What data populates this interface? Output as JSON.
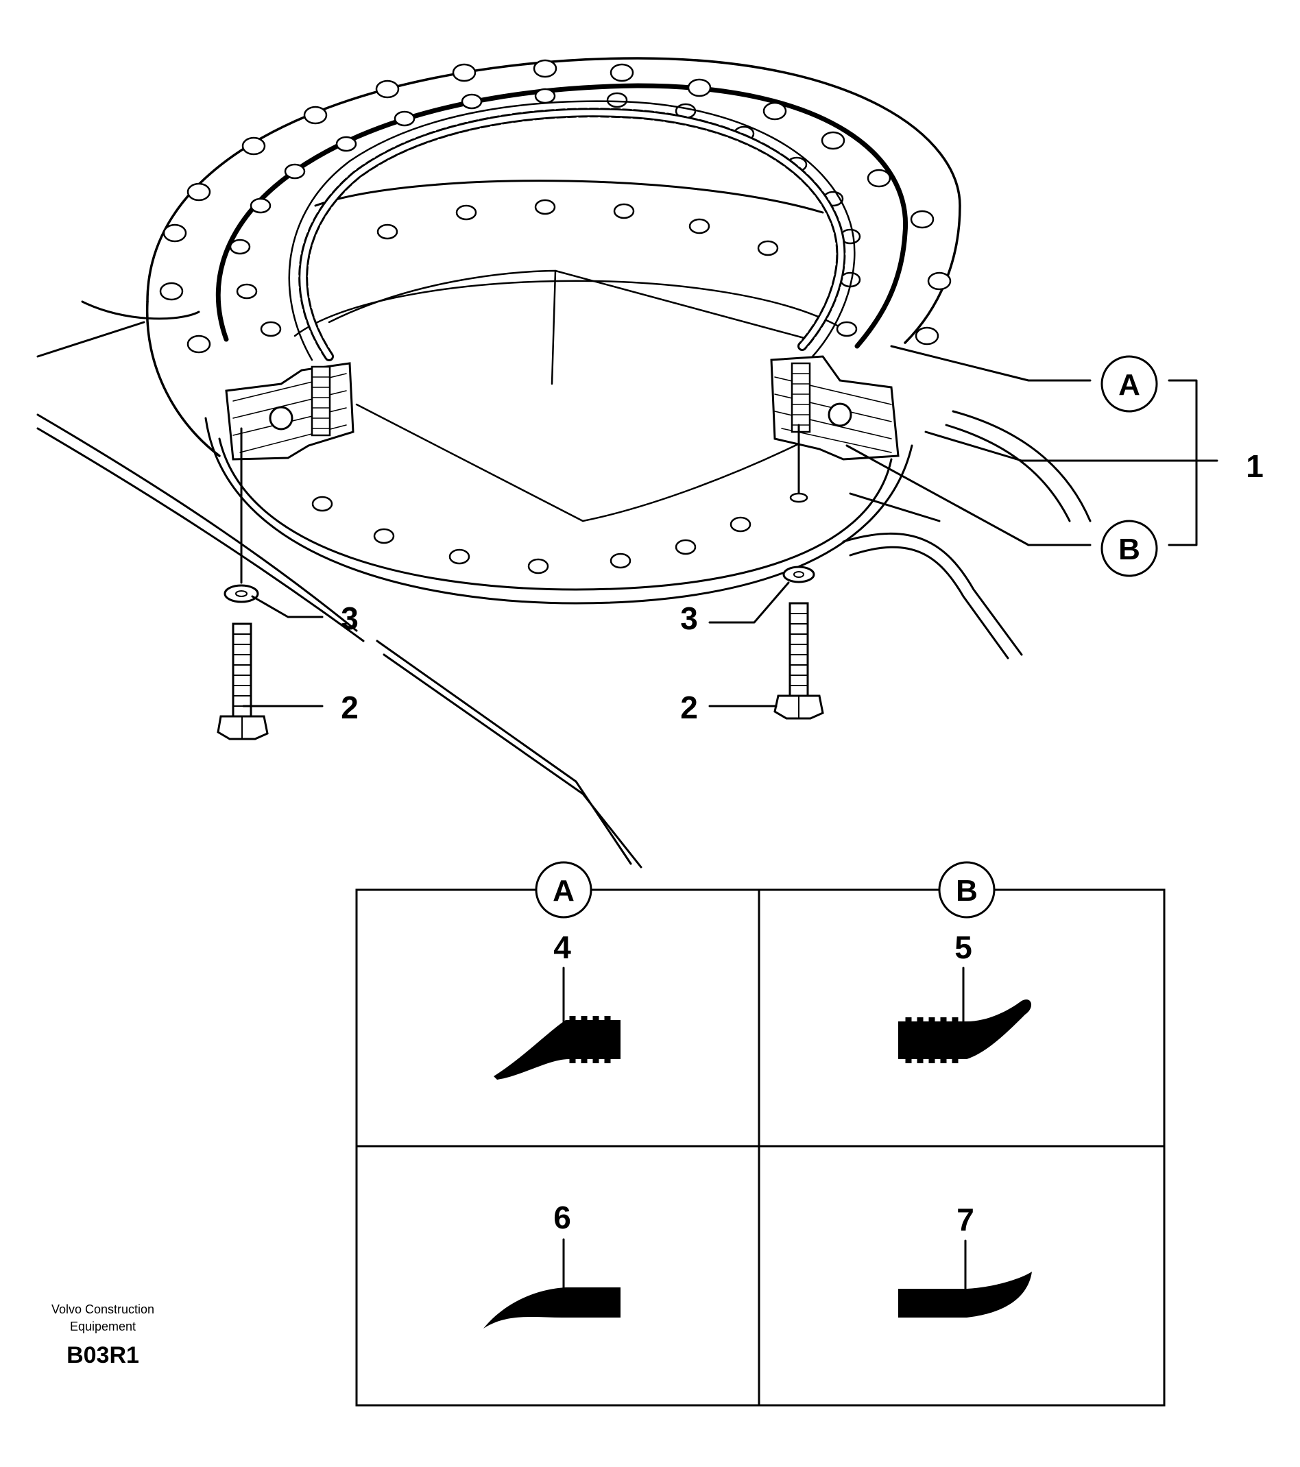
{
  "callouts": {
    "A": "A",
    "B": "B",
    "n1": "1",
    "n2_left": "2",
    "n2_right": "2",
    "n3_left": "3",
    "n3_right": "3"
  },
  "detail_table": {
    "header_A": "A",
    "header_B": "B",
    "n4": "4",
    "n5": "5",
    "n6": "6",
    "n7": "7"
  },
  "footer": {
    "brand_line1": "Volvo Construction",
    "brand_line2": "Equipement",
    "code": "B03R1"
  }
}
